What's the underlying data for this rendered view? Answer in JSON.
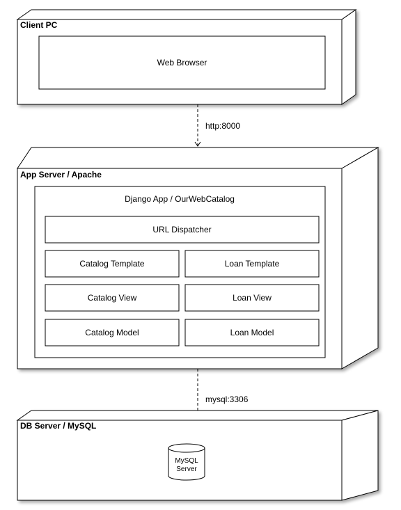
{
  "nodes": {
    "client": {
      "title": "Client PC",
      "web_browser": "Web Browser"
    },
    "app": {
      "title": "App Server / Apache",
      "django": {
        "title": "Django App / OurWebCatalog",
        "url_dispatcher": "URL Dispatcher",
        "catalog_template": "Catalog Template",
        "loan_template": "Loan Template",
        "catalog_view": "Catalog View",
        "loan_view": "Loan View",
        "catalog_model": "Catalog Model",
        "loan_model": "Loan Model"
      }
    },
    "db": {
      "title": "DB Server / MySQL",
      "mysql_line1": "MySQL",
      "mysql_line2": "Server"
    }
  },
  "connections": {
    "client_to_app": "http:8000",
    "app_to_db": "mysql:3306"
  },
  "colors": {
    "stroke": "#000000",
    "fill": "#ffffff",
    "shadow": "#bdbdbd"
  }
}
